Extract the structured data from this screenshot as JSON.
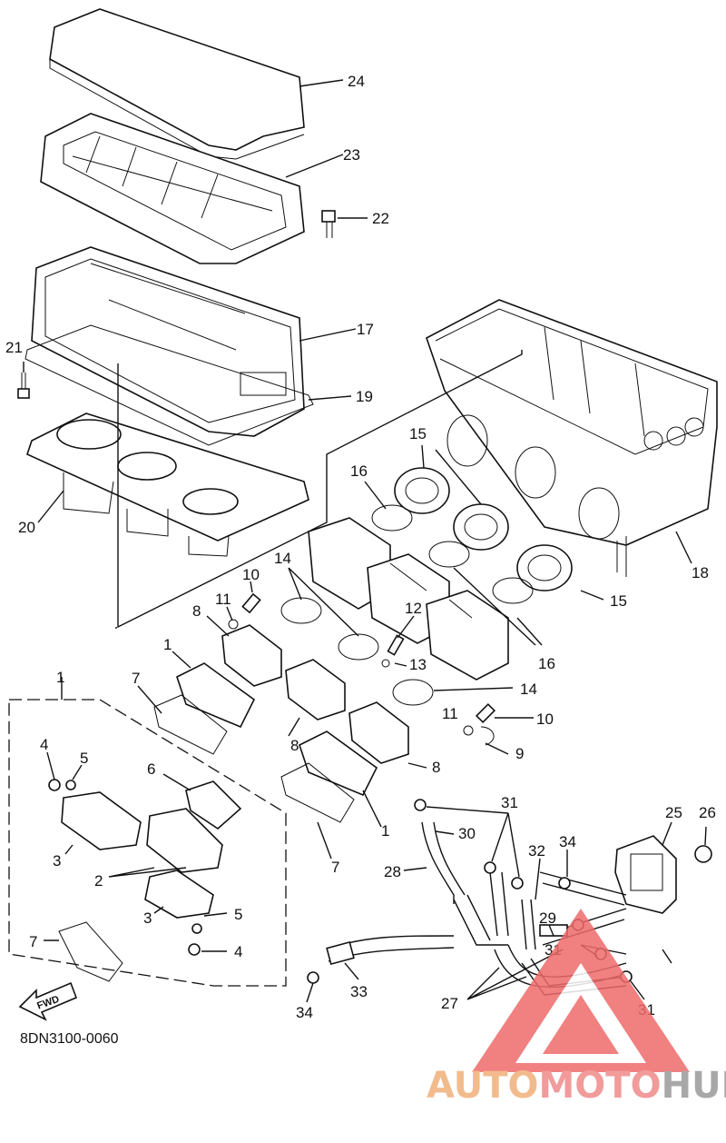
{
  "diagram_code": "8DN3100-0060",
  "direction_label": "FWD",
  "watermark": {
    "segments": [
      "AUTO",
      "MOTO",
      "HUB"
    ],
    "colors": [
      "#f0b07a",
      "#ef8a8a",
      "#9a9a9a"
    ],
    "logo_color": "#ef6b6b"
  },
  "callouts": {
    "c24": "24",
    "c23": "23",
    "c22": "22",
    "c17": "17",
    "c21": "21",
    "c19": "19",
    "c20": "20",
    "c18": "18",
    "c15a": "15",
    "c15b": "15",
    "c16a": "16",
    "c16b": "16",
    "c14a": "14",
    "c14b": "14",
    "c10a": "10",
    "c10b": "10",
    "c11a": "11",
    "c11b": "11",
    "c12": "12",
    "c13": "13",
    "c8a": "8",
    "c8b": "8",
    "c8c": "8",
    "c9": "9",
    "c1a": "1",
    "c1b": "1",
    "c1c": "1",
    "c7a": "7",
    "c7b": "7",
    "c7c": "7",
    "c4a": "4",
    "c4b": "4",
    "c5a": "5",
    "c5b": "5",
    "c6": "6",
    "c3a": "3",
    "c3b": "3",
    "c2": "2",
    "c25": "25",
    "c26": "26",
    "c31a": "31",
    "c31b": "31",
    "c31c": "31",
    "c30": "30",
    "c28": "28",
    "c32": "32",
    "c34a": "34",
    "c34b": "34",
    "c29": "29",
    "c33": "33",
    "c27": "27"
  }
}
